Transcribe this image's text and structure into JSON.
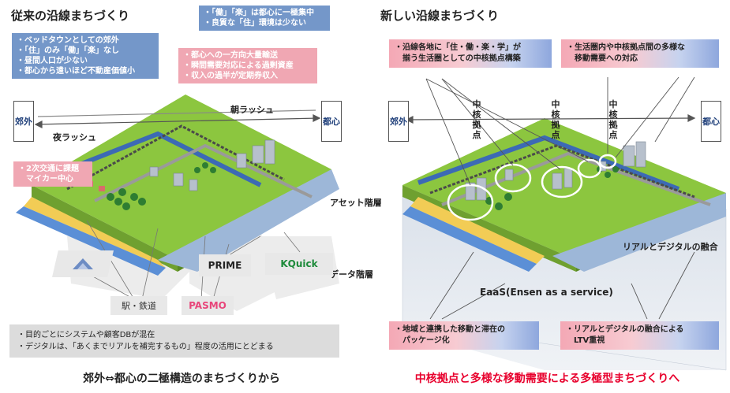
{
  "left": {
    "title": "従来の沿線まちづくり",
    "box_top": [
      "・「働」「楽」は都心に一極集中",
      "・良質な「住」環境は少ない"
    ],
    "box_left": [
      "・ベッドタウンとしての郊外",
      "・「住」のみ「働」「楽」なし",
      "・昼間人口が少ない",
      "・都心から遠いほど不動産価値小"
    ],
    "box_pink": [
      "・都心への一方向大量輸送",
      "・瞬間需要対応による過剰資産",
      "・収入の過半が定期券収入"
    ],
    "box_pink_small": [
      "・2次交通に課題",
      "　マイカー中心"
    ],
    "suburb": "郊外",
    "center": "都心",
    "morning": "朝ラッシュ",
    "night": "夜ラッシュ",
    "asset": "アセット階層",
    "dataLayer": "データ階層",
    "logo_prime": "PRIME",
    "logo_kquick": "KQuick",
    "logo_station": "駅・鉄道",
    "logo_pasmo": "PASMO",
    "bottom_box": [
      "・目的ごとにシステムや顧客DBが混在",
      "・デジタルは、「あくまでリアルを補完するもの」程度の活用にとどまる"
    ],
    "footer": "郊外⇔都心の二極構造のまちづくりから"
  },
  "right": {
    "title": "新しい沿線まちづくり",
    "box1": [
      "・沿線各地に「住・働・楽・学」が",
      "　揃う生活圏としての中核拠点構築"
    ],
    "box2": [
      "・生活圏内や中核拠点間の多様な",
      "　移動需要への対応"
    ],
    "hub": "中核拠点",
    "suburb": "郊外",
    "center": "都心",
    "fusion": "リアルとデジタルの融合",
    "eaas": "EaaS(Ensen as a service)",
    "box3": [
      "・地域と連携した移動と滞在の",
      "　パッケージ化"
    ],
    "box4": [
      "・リアルとデジタルの融合による",
      "　LTV重視"
    ],
    "footer": "中核拠点と多様な移動需要による多極型まちづくりへ"
  },
  "colors": {
    "blue": "#7497c9",
    "pink": "#f0a7b3",
    "footer_red": "#e8002d",
    "grass": "#8cc63f",
    "water": "#5b8fd6"
  }
}
